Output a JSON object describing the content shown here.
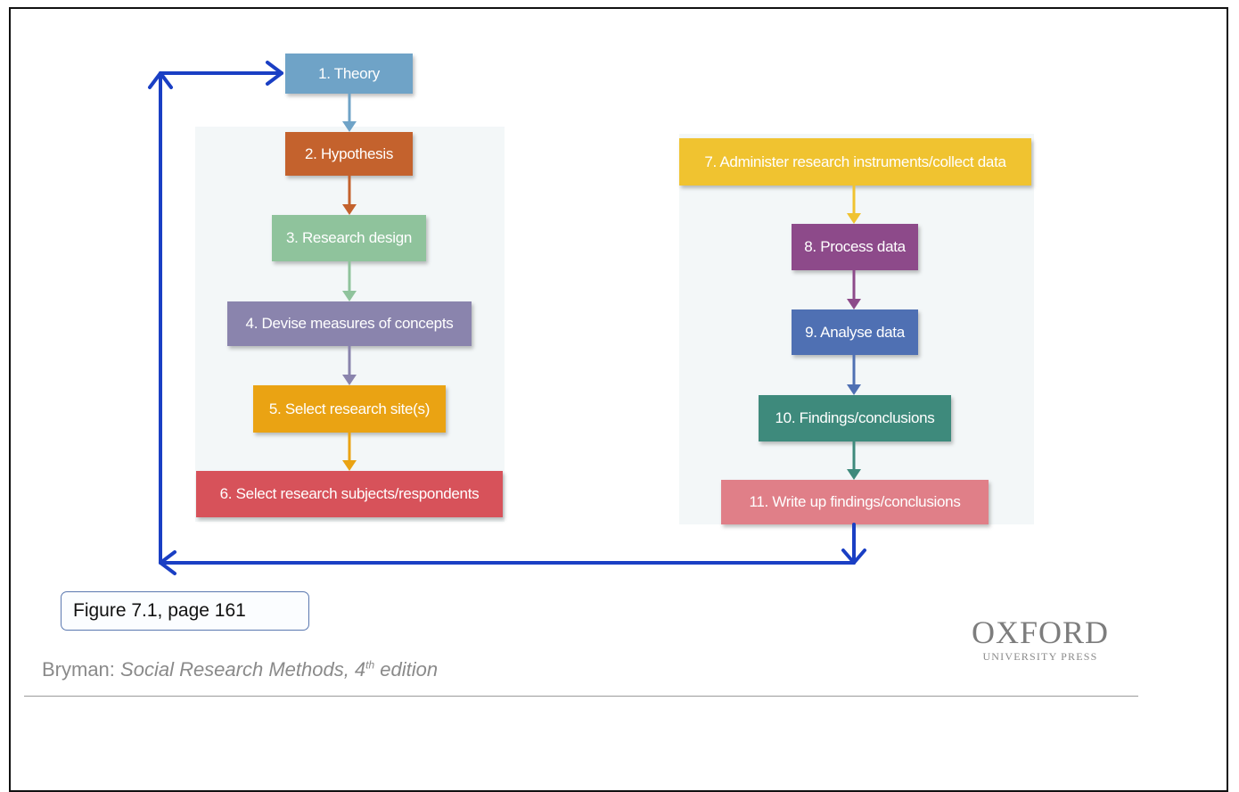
{
  "steps": {
    "s1": "1. Theory",
    "s2": "2. Hypothesis",
    "s3": "3. Research design",
    "s4": "4. Devise measures of concepts",
    "s5": "5. Select research site(s)",
    "s6": "6. Select research subjects/respondents",
    "s7": "7. Administer research instruments/collect data",
    "s8": "8. Process data",
    "s9": "9. Analyse data",
    "s10": "10. Findings/conclusions",
    "s11": "11. Write up findings/conclusions"
  },
  "colors": {
    "theory": "#6fa3c7",
    "hypothesis": "#c4622d",
    "design": "#8fc39c",
    "measures": "#8a84ad",
    "site": "#eaa313",
    "subjects": "#d7525a",
    "administer": "#f0c330",
    "process": "#8d4a8a",
    "analyse": "#4f70b3",
    "findings": "#3e8a7c",
    "writeup": "#e07f88",
    "loop": "#1a3fc4"
  },
  "figure_label": "Figure 7.1, page 161",
  "citation": {
    "author": "Bryman: ",
    "title": "Social Research Methods, 4",
    "sup": "th",
    "edition": " edition"
  },
  "logo": {
    "name": "OXFORD",
    "sub": "UNIVERSITY PRESS"
  }
}
